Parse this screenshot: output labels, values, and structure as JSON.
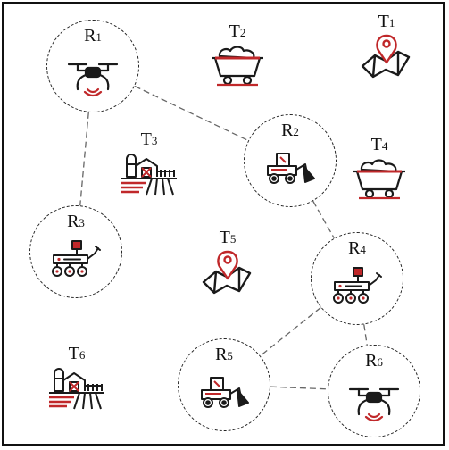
{
  "colors": {
    "ink": "#1a1a1a",
    "accent": "#c0282a",
    "edge": "#666666"
  },
  "robots": [
    {
      "id": "R1",
      "letter": "R",
      "index": "1",
      "type": "drone",
      "icon": "drone-icon"
    },
    {
      "id": "R2",
      "letter": "R",
      "index": "2",
      "type": "bulldozer",
      "icon": "bulldozer-icon"
    },
    {
      "id": "R3",
      "letter": "R",
      "index": "3",
      "type": "rover",
      "icon": "rover-icon"
    },
    {
      "id": "R4",
      "letter": "R",
      "index": "4",
      "type": "rover",
      "icon": "rover-icon"
    },
    {
      "id": "R5",
      "letter": "R",
      "index": "5",
      "type": "bulldozer",
      "icon": "bulldozer-icon"
    },
    {
      "id": "R6",
      "letter": "R",
      "index": "6",
      "type": "drone",
      "icon": "drone-icon"
    }
  ],
  "tasks": [
    {
      "id": "T1",
      "letter": "T",
      "index": "1",
      "type": "map-pin",
      "icon": "map-pin-icon"
    },
    {
      "id": "T2",
      "letter": "T",
      "index": "2",
      "type": "mine-cart",
      "icon": "mine-cart-icon"
    },
    {
      "id": "T3",
      "letter": "T",
      "index": "3",
      "type": "farm",
      "icon": "farm-icon"
    },
    {
      "id": "T4",
      "letter": "T",
      "index": "4",
      "type": "mine-cart",
      "icon": "mine-cart-icon"
    },
    {
      "id": "T5",
      "letter": "T",
      "index": "5",
      "type": "map-pin",
      "icon": "map-pin-icon"
    },
    {
      "id": "T6",
      "letter": "T",
      "index": "6",
      "type": "farm",
      "icon": "farm-icon"
    }
  ],
  "links": [
    [
      "R1",
      "R2"
    ],
    [
      "R1",
      "R3"
    ],
    [
      "R2",
      "R4"
    ],
    [
      "R4",
      "R5"
    ],
    [
      "R4",
      "R6"
    ],
    [
      "R5",
      "R6"
    ]
  ]
}
